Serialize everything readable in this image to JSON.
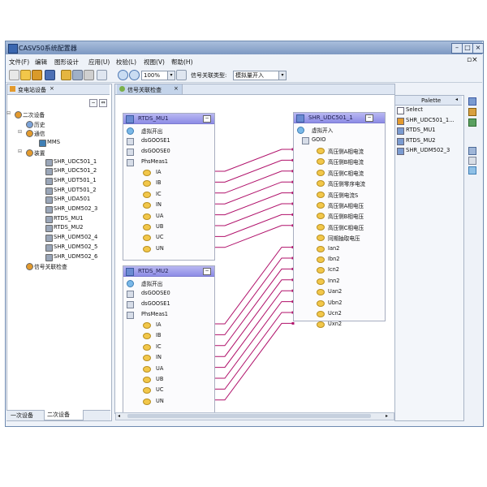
{
  "window": {
    "title": "CASV50系统配置器"
  },
  "menu": [
    "文件(F)",
    "编辑",
    "图形设计",
    "应用(U)",
    "校验(L)",
    "视图(V)",
    "帮助(H)"
  ],
  "toolbar": {
    "zoom": "100%",
    "signal_type_label": "信号关联类型:",
    "signal_type_value": "模拟量开入"
  },
  "left_panel": {
    "title": "变电站设备",
    "tree": [
      {
        "label": "二次设备",
        "level": 0
      },
      {
        "label": "历史",
        "level": 1
      },
      {
        "label": "通信",
        "level": 1
      },
      {
        "label": "MMS",
        "level": 2
      },
      {
        "label": "装置",
        "level": 1
      },
      {
        "label": "SHR_UDC501_1",
        "level": 2
      },
      {
        "label": "SHR_UDC501_2",
        "level": 2
      },
      {
        "label": "SHR_UDT501_1",
        "level": 2
      },
      {
        "label": "SHR_UDT501_2",
        "level": 2
      },
      {
        "label": "SHR_UDA501",
        "level": 2
      },
      {
        "label": "SHR_UDM502_3",
        "level": 2
      },
      {
        "label": "RTDS_MU1",
        "level": 2
      },
      {
        "label": "RTDS_MU2",
        "level": 2
      },
      {
        "label": "SHR_UDM502_4",
        "level": 2
      },
      {
        "label": "SHR_UDM502_5",
        "level": 2
      },
      {
        "label": "SHR_UDM502_6",
        "level": 2
      },
      {
        "label": "信号关联检查",
        "level": 1
      }
    ],
    "bottom_tabs": [
      "一次设备",
      "二次设备"
    ]
  },
  "editor": {
    "tab_title": "信号关联检查",
    "node_mu1": {
      "title": "RTDS_MU1",
      "group": "虚拟开出",
      "datasets": [
        "dsGOOSE1",
        "dsGOOSE0",
        "PhsMeas1"
      ],
      "signals": [
        "IA",
        "IB",
        "IC",
        "IN",
        "UA",
        "UB",
        "UC",
        "UN"
      ]
    },
    "node_mu2": {
      "title": "RTDS_MU2",
      "group": "虚拟开出",
      "datasets": [
        "dsGOOSE0",
        "dsGOOSE1",
        "PhsMeas1"
      ],
      "signals": [
        "IA",
        "IB",
        "IC",
        "IN",
        "UA",
        "UB",
        "UC",
        "UN"
      ]
    },
    "node_target": {
      "title": "SHR_UDC501_1",
      "group": "虚拟开入",
      "sub": "GOIO",
      "signals": [
        "高压侧A相电流",
        "高压侧B相电流",
        "高压侧C相电流",
        "高压侧零序电流",
        "高压侧电流S",
        "高压侧A相电压",
        "高压侧B相电压",
        "高压侧C相电压",
        "同期抽取电压",
        "Ian2",
        "Ibn2",
        "Icn2",
        "Inn2",
        "Uan2",
        "Ubn2",
        "Ucn2",
        "Uxn2"
      ]
    }
  },
  "palette": {
    "title": "Palette",
    "items": [
      "Select",
      "SHR_UDC501_1...",
      "RTDS_MU1",
      "RTDS_MU2",
      "SHR_UDM502_3"
    ]
  },
  "colors": {
    "link": "#b0106a",
    "node_header": "#9c9bea",
    "titlebar": "#8fa7cf"
  }
}
